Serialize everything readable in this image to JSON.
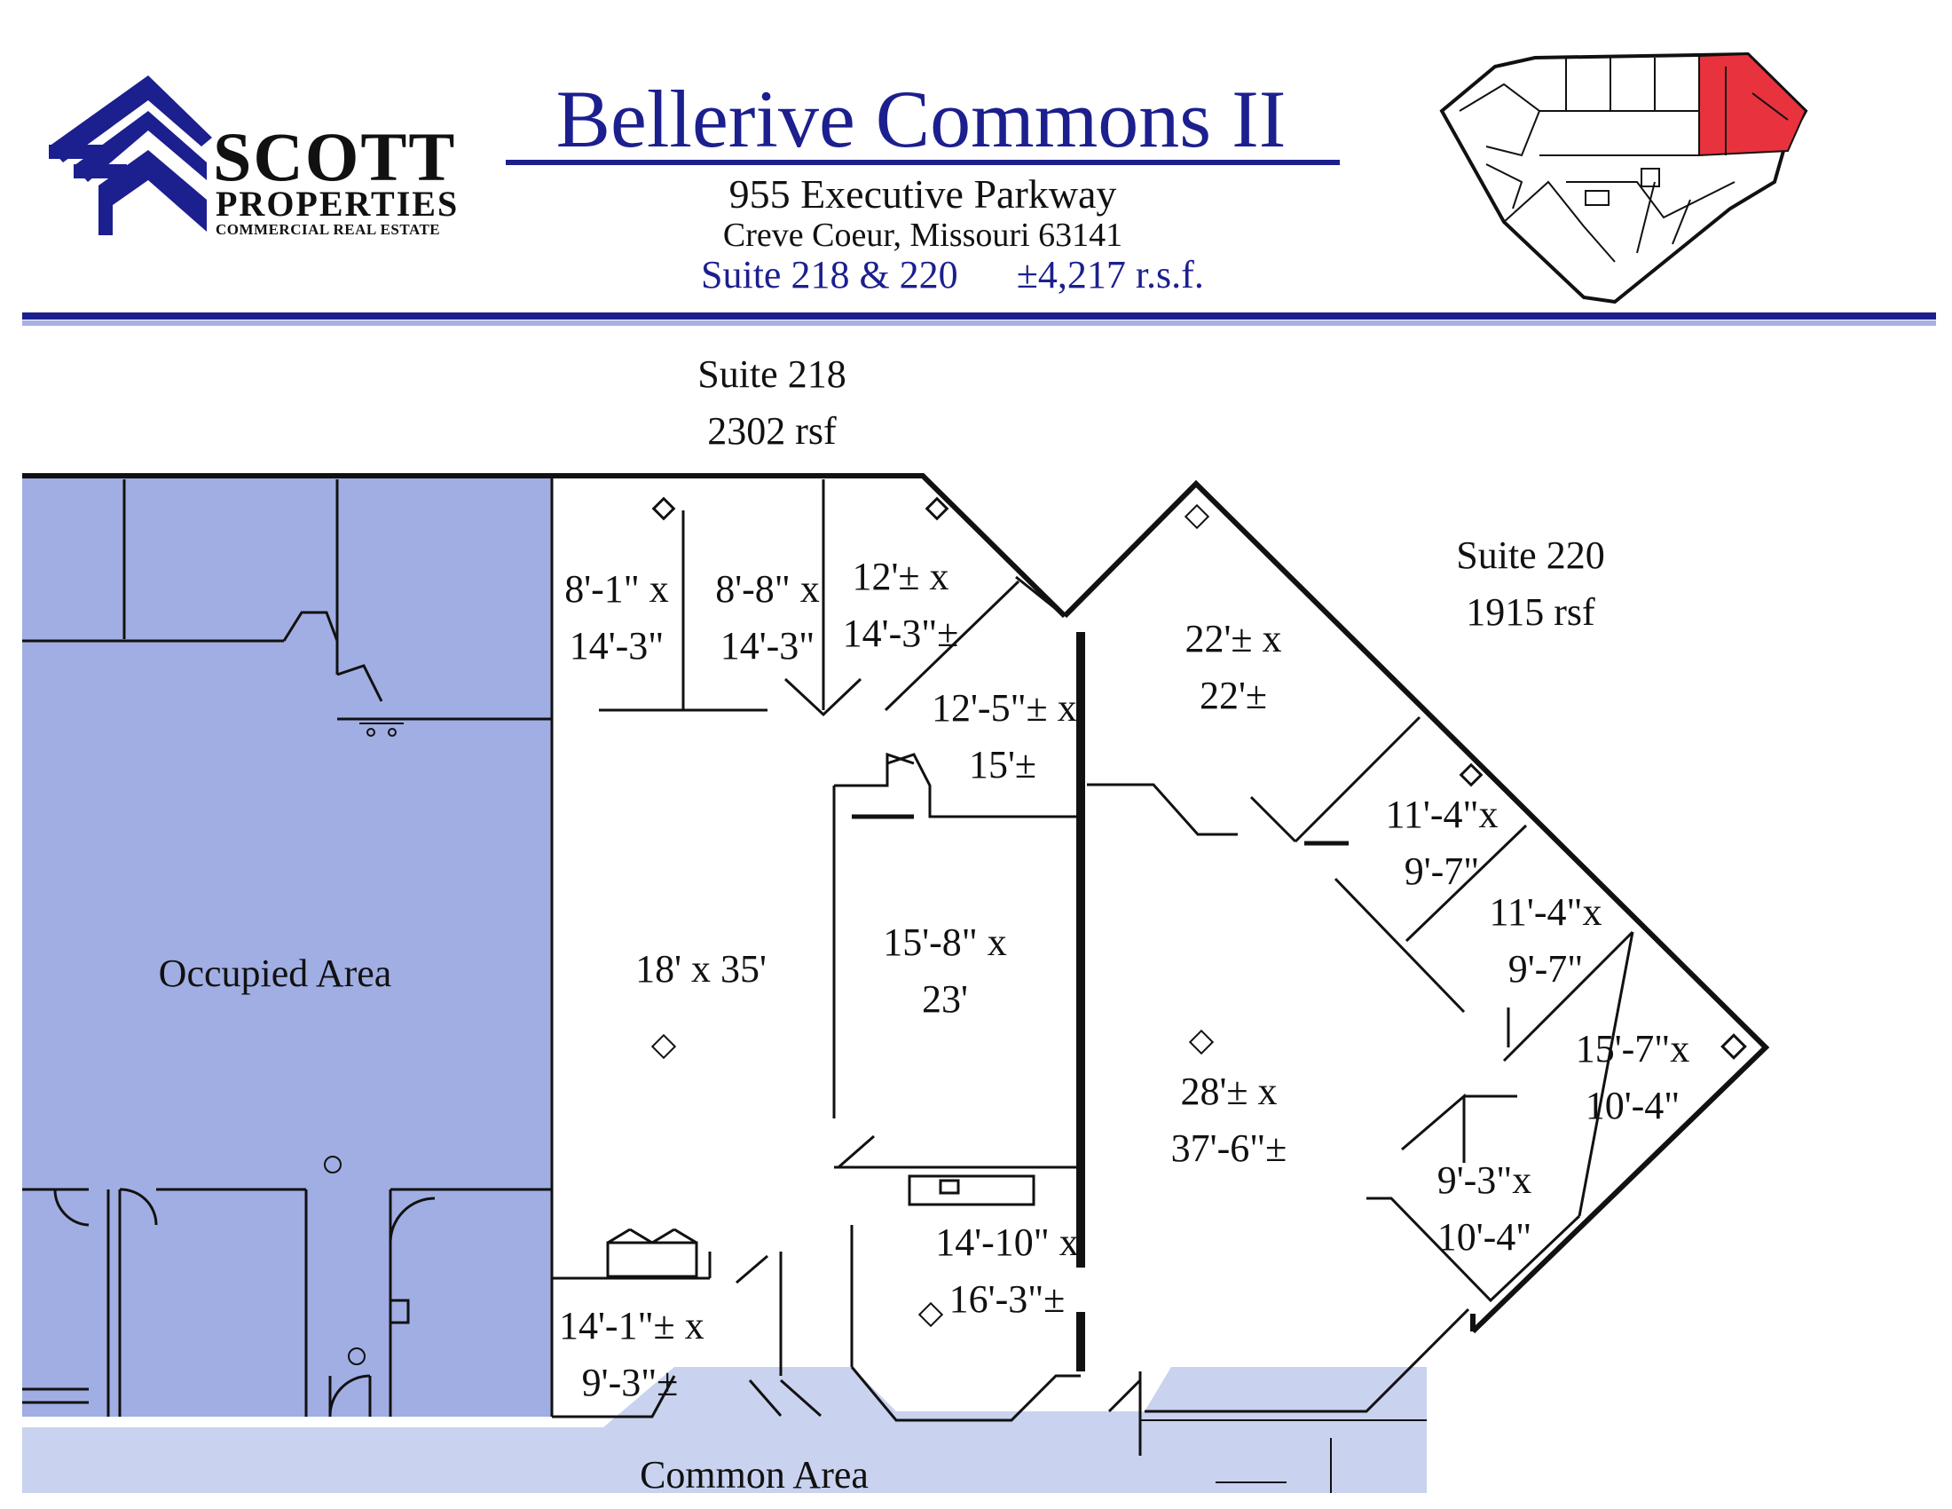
{
  "header": {
    "logo_main": "SCOTT",
    "logo_sub": "PROPERTIES",
    "logo_tag": "COMMERCIAL REAL ESTATE",
    "title": "Bellerive Commons II",
    "address_line1": "955 Executive Parkway",
    "address_line2": "Creve Coeur, Missouri  63141",
    "suites_label": "Suite 218 & 220",
    "area_total": "±4,217 r.s.f."
  },
  "colors": {
    "brand_blue": "#1c1f8e",
    "occupied_fill": "#a1aee3",
    "common_fill": "#c9d2ee",
    "highlight_red": "#e8323d"
  },
  "suite_218": {
    "name": "Suite 218",
    "area": "2302 rsf"
  },
  "suite_220": {
    "name": "Suite 220",
    "area": "1915 rsf"
  },
  "areas": {
    "occupied": "Occupied Area",
    "common": "Common Area"
  },
  "rooms": [
    {
      "dims": "8'-1\" x\n14'-3\""
    },
    {
      "dims": "8'-8\" x\n14'-3\""
    },
    {
      "dims": "12'± x\n14'-3\"±"
    },
    {
      "dims": "12'-5\"± x\n15'±"
    },
    {
      "dims": "18' x 35'"
    },
    {
      "dims": "15'-8\" x\n23'"
    },
    {
      "dims": "14'-10\" x\n16'-3\"±"
    },
    {
      "dims": "14'-1\"± x\n9'-3\"±"
    },
    {
      "dims": "22'± x\n22'±"
    },
    {
      "dims": "11'-4\"x\n9'-7\""
    },
    {
      "dims": "11'-4\"x\n9'-7\""
    },
    {
      "dims": "15'-7\"x\n10'-4\""
    },
    {
      "dims": "28'± x\n37'-6\"±"
    },
    {
      "dims": "9'-3\"x\n10'-4\""
    }
  ]
}
